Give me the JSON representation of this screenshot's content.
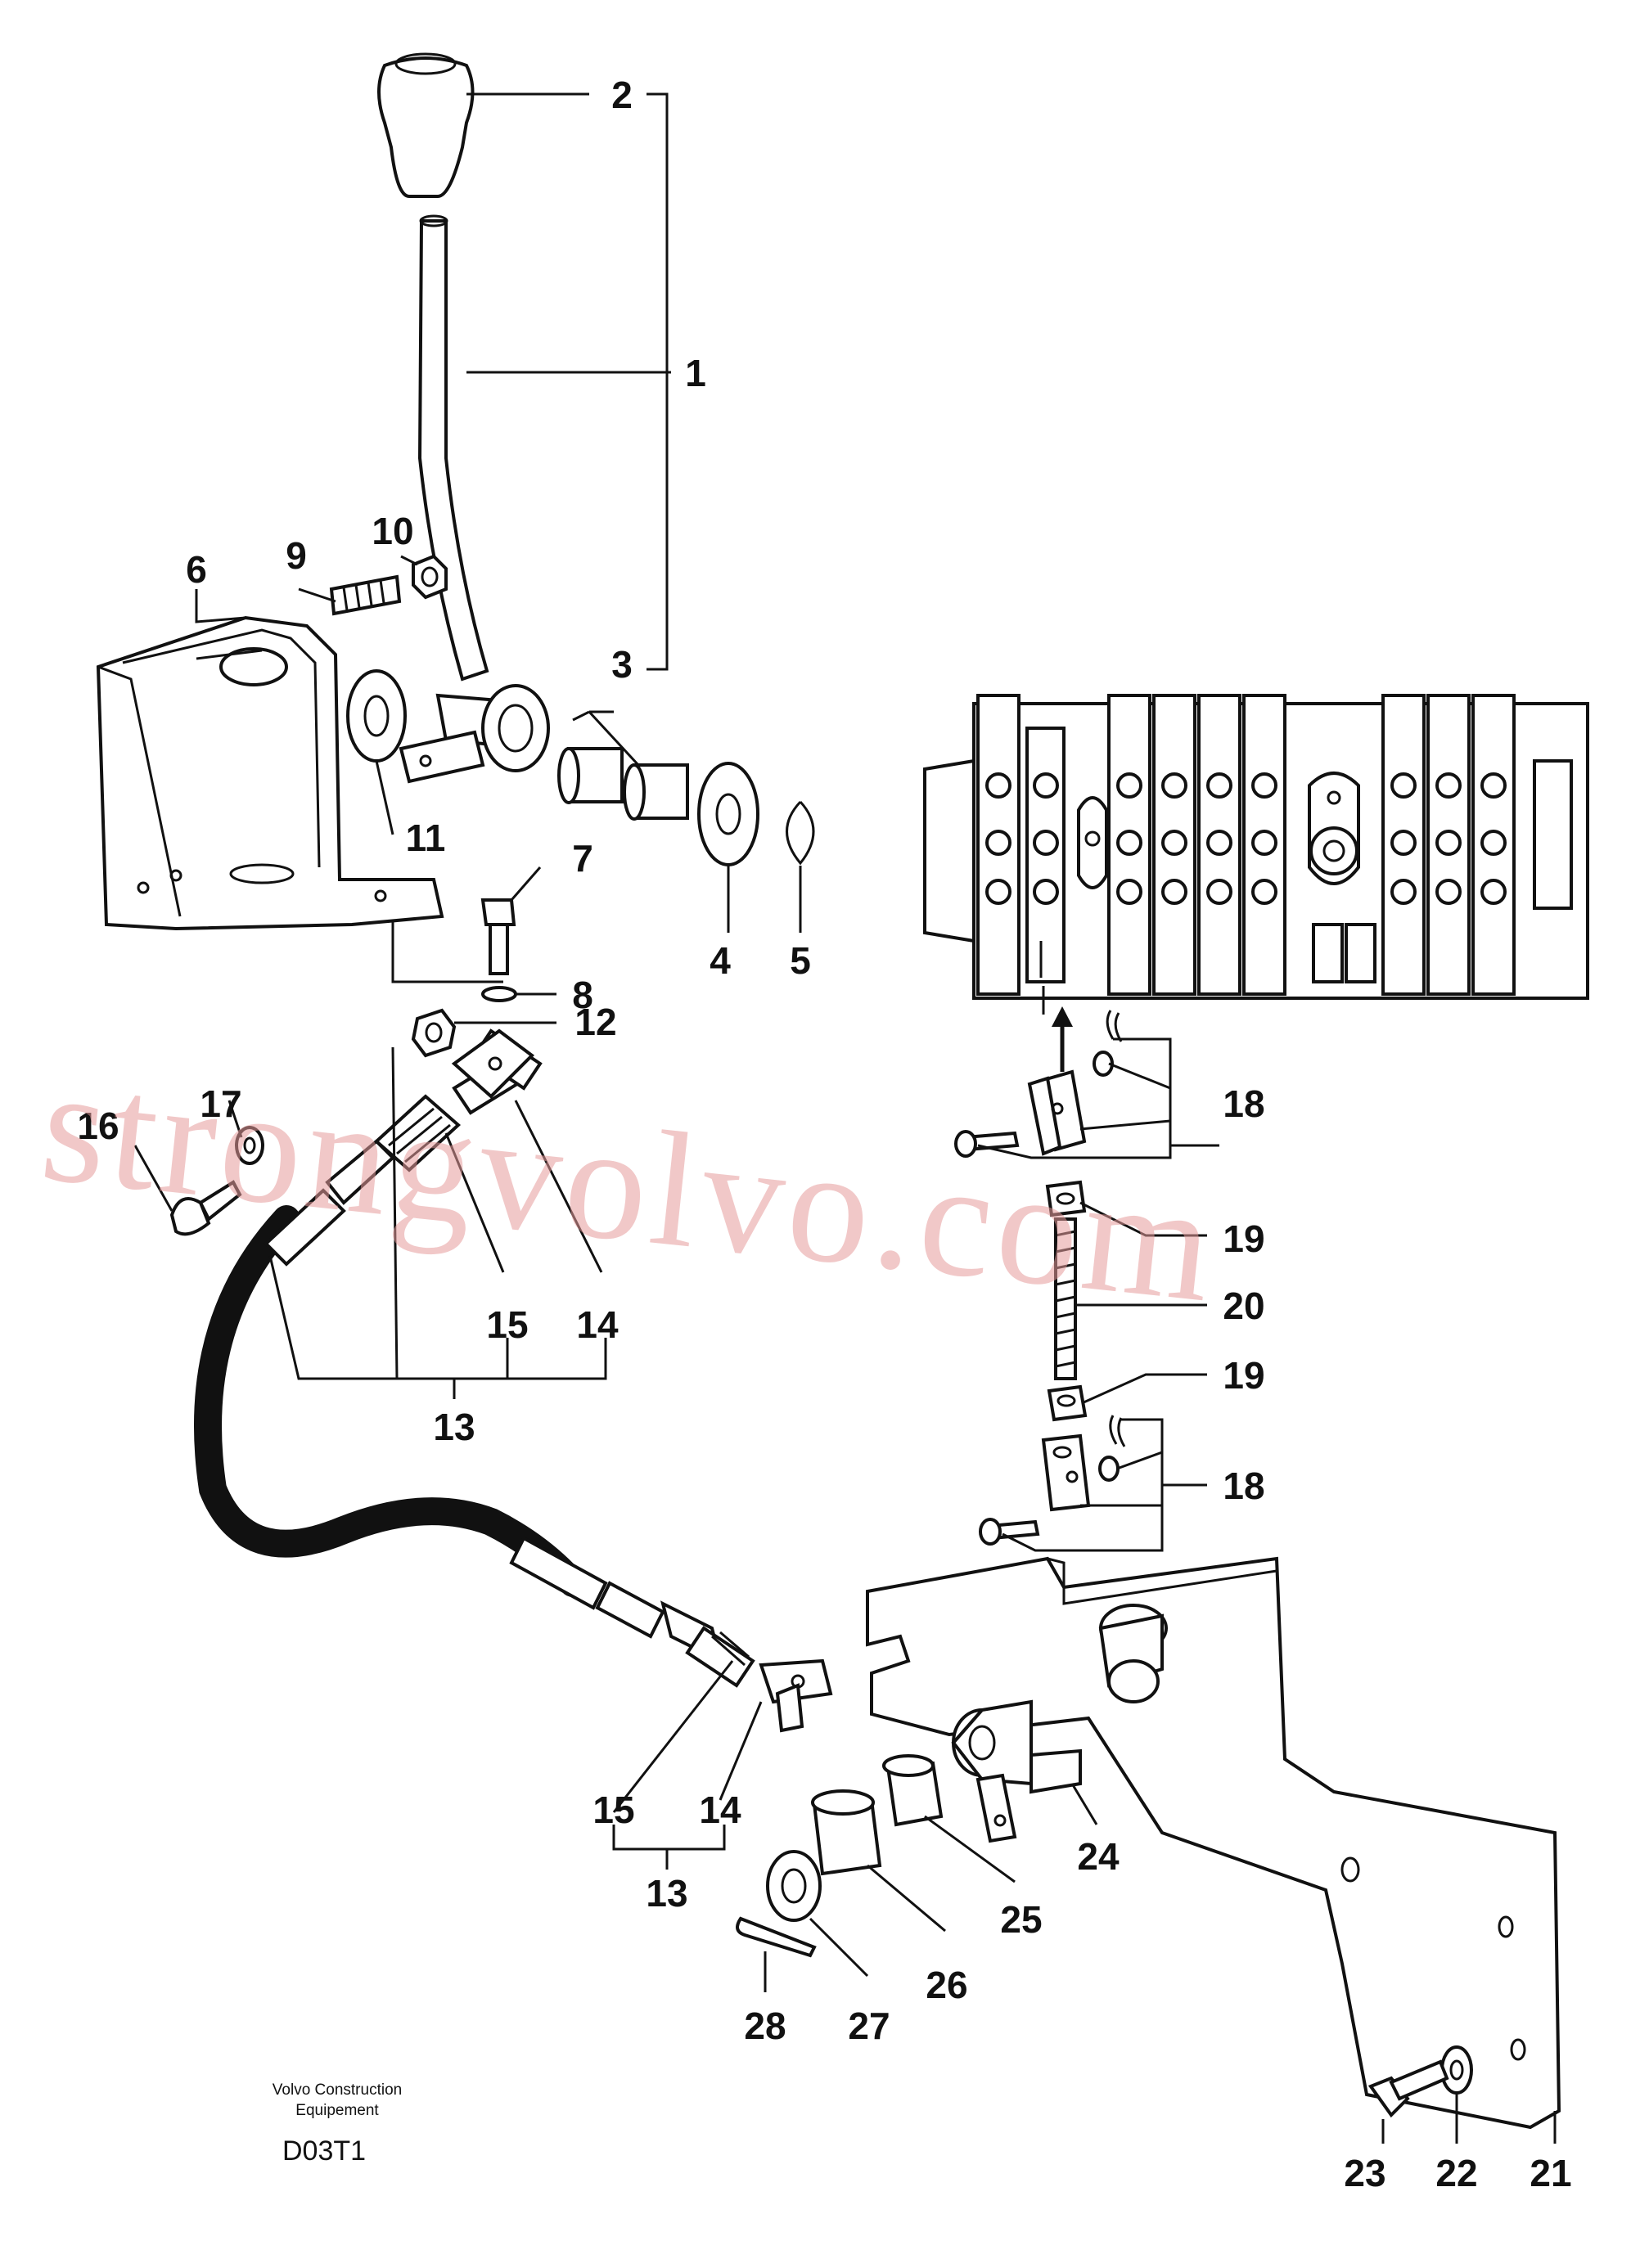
{
  "callouts": [
    "1",
    "2",
    "3",
    "4",
    "5",
    "6",
    "7",
    "8",
    "9",
    "10",
    "11",
    "12",
    "13",
    "13",
    "14",
    "14",
    "15",
    "15",
    "16",
    "17",
    "18",
    "18",
    "19",
    "19",
    "20",
    "21",
    "22",
    "23",
    "24",
    "25",
    "26",
    "27",
    "28"
  ],
  "labels": {
    "c1": "1",
    "c2": "2",
    "c3": "3",
    "c4": "4",
    "c5": "5",
    "c6": "6",
    "c7": "7",
    "c8": "8",
    "c9": "9",
    "c10": "10",
    "c11": "11",
    "c12": "12",
    "c13a": "13",
    "c13b": "13",
    "c14a": "14",
    "c14b": "14",
    "c15a": "15",
    "c15b": "15",
    "c16": "16",
    "c17": "17",
    "c18a": "18",
    "c18b": "18",
    "c19a": "19",
    "c19b": "19",
    "c20": "20",
    "c21": "21",
    "c22": "22",
    "c23": "23",
    "c24": "24",
    "c25": "25",
    "c26": "26",
    "c27": "27",
    "c28": "28"
  },
  "footer": {
    "company_line1": "Volvo Construction",
    "company_line2": "Equipement",
    "drawing_code": "D03T1"
  },
  "watermark": "strongvolvo.com"
}
